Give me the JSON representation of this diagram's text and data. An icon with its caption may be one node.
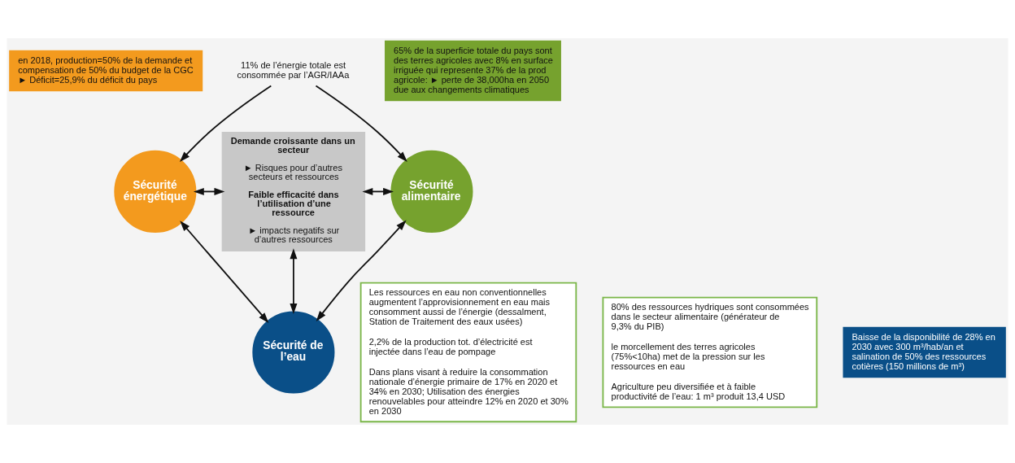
{
  "diagram": {
    "nodes": [
      {
        "text": [
          "en 2018, production=50% de la demande et compensation de 50% du budget de la CGC ► Déficit=25,9% du déficit du pays"
        ]
      },
      {
        "text": [
          "Sécurité énergétique"
        ]
      },
      {
        "text": [
          "Demande croissante dans un secteur",
          "► Risques pour d’autres secteurs et ressources",
          "Faible efficacité dans l’utilisation d’une ressource",
          "► impacts negatifs sur d’autres ressources"
        ]
      },
      {
        "text": [
          "Sécurité alimentaire"
        ]
      },
      {
        "text": [
          "65% de la superficie totale du pays sont des terres agricoles avec 8% en surface irriguée qui represente 37% de la prod agricole: ► perte de 38,000ha en 2050 due aux changements climatiques"
        ]
      },
      {
        "text": [
          "Les ressources en eau non conventionnelles augmentent l’approvisionnement en eau mais consomment aussi de l’énergie (dessalment, Station de Traitement des eaux usées)",
          "2,2% de la production tot. d’électricité est injectée dans l’eau de pompage",
          "Dans plans visant à reduire la consommation nationale d’énergie primaire de 17% en 2020 et 34% en 2030; Utilisation des énergies renouvelables pour atteindre 12% en 2020 et 30% en 2030"
        ]
      },
      {
        "text": [
          "80% des ressources hydriques sont consommées dans le secteur alimentaire (générateur de 9,3% du PIB)",
          "le morcellement des terres agricoles (75%<10ha) met de la pression sur les ressources en eau",
          "Agriculture peu diversifiée et à faible productivité de l’eau: 1 m³ produit 13,4 USD"
        ]
      },
      {
        "text": [
          "Sécurité de l’eau"
        ]
      },
      {
        "text": [
          "Baisse de la disponibilité de 28% en 2030 avec 300 m³/hab/an et salination de 50% des ressources cotières (150 millions de m³)"
        ]
      },
      {
        "text": [
          "11% de l’énergie totale est consommée par l’AGR/IAAa"
        ]
      }
    ],
    "edges": [
      {
        "from": 9,
        "to": 1,
        "arrow": "to"
      },
      {
        "from": 9,
        "to": 3,
        "arrow": "to"
      },
      {
        "from": 1,
        "to": 2,
        "arrow": "both"
      },
      {
        "from": 2,
        "to": 3,
        "arrow": "both"
      },
      {
        "from": 2,
        "to": 7,
        "arrow": "both"
      },
      {
        "from": 1,
        "to": 7,
        "arrow": "both"
      },
      {
        "from": 3,
        "to": 7,
        "arrow": "both"
      }
    ]
  }
}
